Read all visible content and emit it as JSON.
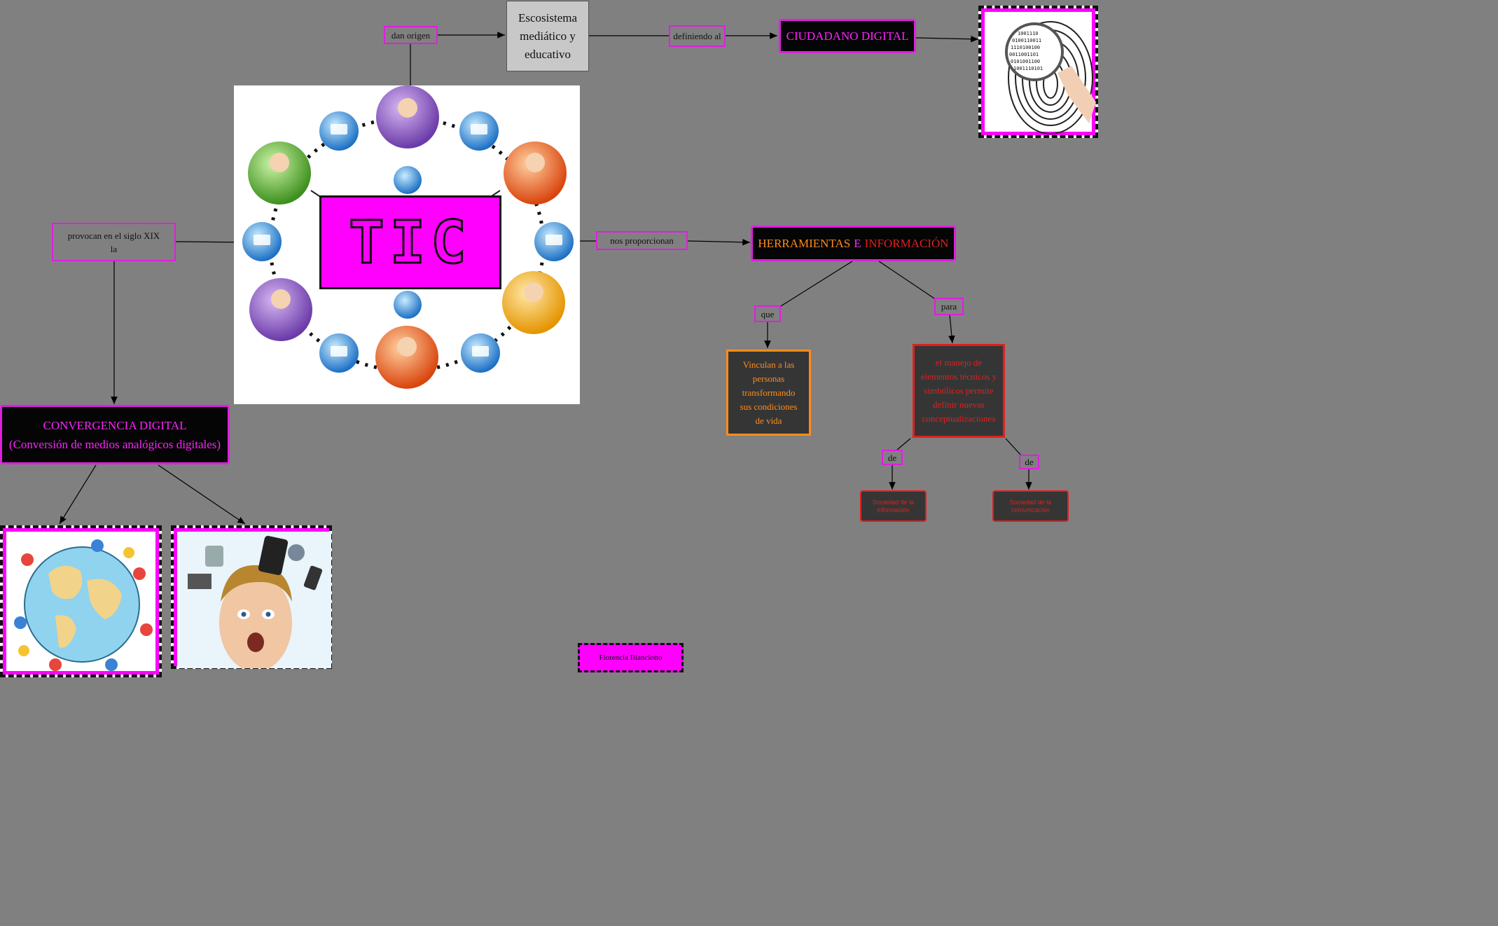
{
  "nodes": {
    "dan_origen": "dan origen",
    "ecosistema": "Escosistema mediático y educativo",
    "definiendo_al": "definiendo al",
    "ciudadano": "CIUDADANO DIGITAL",
    "provocan_line1": "provocan en el siglo XIX",
    "provocan_line2": "la",
    "tic": "TIC",
    "nos_proporcionan": "nos proporcionan",
    "herramientas_a": "HERRAMIENTAS",
    "herramientas_e": "E",
    "herramientas_b": "INFORMACIÓN",
    "que": "que",
    "para": "para",
    "vinculan": "Vinculan a las personas transformando sus condiciones de vida",
    "manejo": "el manejo de elementos técnicos y simbólicos permite definir nuevas conceptualizaciones",
    "de1": "de",
    "de2": "de",
    "soc_info": "Sociedad de la información",
    "soc_com": "Sociedad de la comunicación",
    "convergencia_l1": "CONVERGENCIA DIGITAL",
    "convergencia_l2": "(Conversión de medios analógicos digitales)",
    "author": "Florencia Bianciotto"
  },
  "colors": {
    "background": "#808080",
    "magenta": "#ff00ff",
    "orange": "#ff8c1a",
    "red": "#e0201e"
  },
  "images": {
    "tic_network": "people-network-illustration",
    "fingerprint": "fingerprint-binary-magnifier",
    "globe": "children-around-globe",
    "devices": "surprised-man-with-devices"
  }
}
